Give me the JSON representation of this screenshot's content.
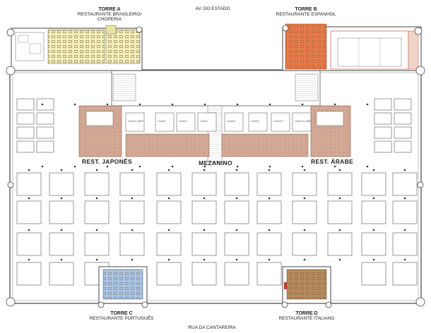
{
  "streets": {
    "top": "AV. DO ESTADO",
    "bottom": "RUA DA CANTAREIRA"
  },
  "towers": [
    {
      "name": "TORRE A",
      "lines": [
        "RESTAURANTE BRASILEIRO/",
        "CHOPERIA"
      ]
    },
    {
      "name": "TORRE B",
      "lines": [
        "RESTAURANTE ESPANHOL"
      ]
    },
    {
      "name": "TORRE C",
      "lines": [
        "RESTAURANTE PORTUGUÊS"
      ]
    },
    {
      "name": "TORRE D",
      "lines": [
        "RESTAURANTE ITALIANO"
      ]
    }
  ],
  "areas": {
    "left_restaurant": "REST. JAPONÊS",
    "center": "MEZANINO",
    "right_restaurant": "REST. ÁRABE"
  },
  "mezzanine_shops": [
    "LOJA 4 CAFÉ",
    "LOJA 5",
    "LOJA 6",
    "LOJA 7",
    "LOJA 8",
    "LOJA 9",
    "LOJA 10",
    "LOJA 11 CAFÉ"
  ],
  "colors": {
    "restaurant_floor": "#c9a08c",
    "tower_a": "#f4efb8",
    "tower_b": "#e87a4a",
    "tower_c": "#a9c4e4",
    "tower_d": "#b88a5c",
    "dot": "#333333"
  }
}
